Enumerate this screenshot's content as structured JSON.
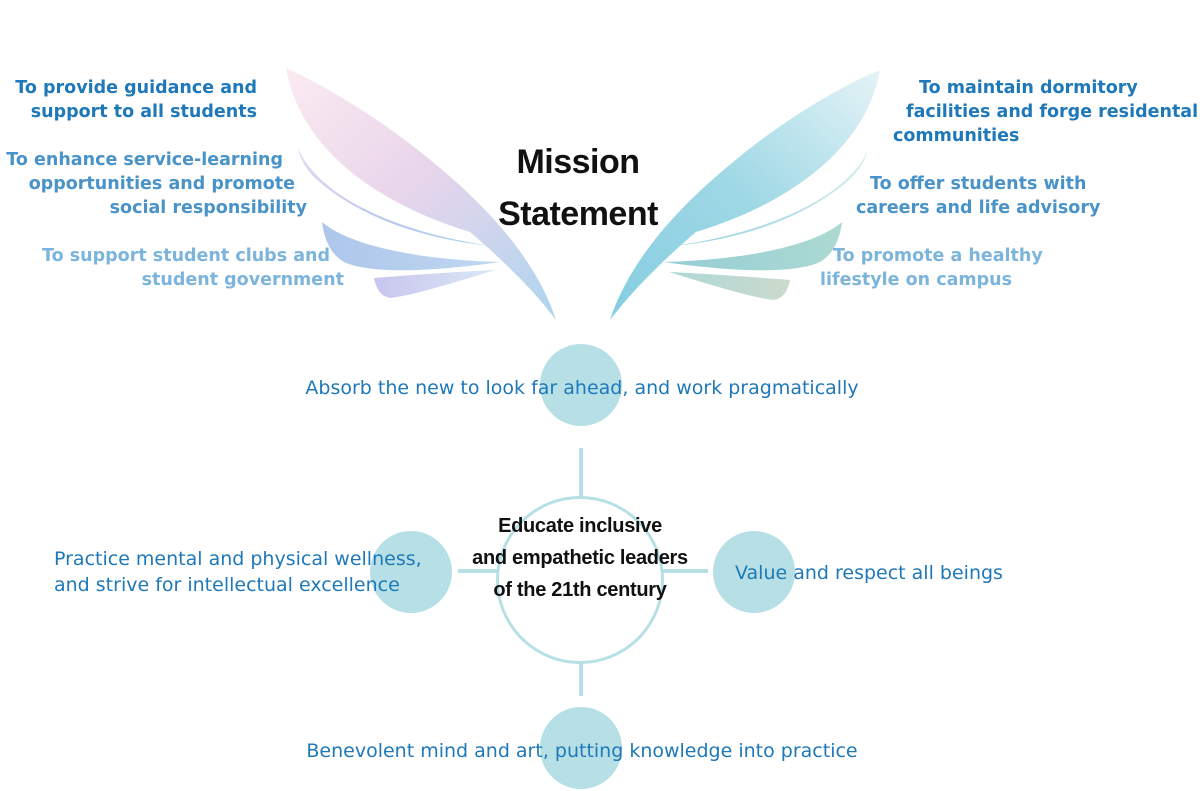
{
  "mission": {
    "title_line1": "Mission",
    "title_line2": "Statement"
  },
  "left_goals": [
    {
      "line1": "To provide guidance and",
      "line2": "support to all students"
    },
    {
      "line1": "To enhance service-learning",
      "line2": "opportunities and promote",
      "line3": "social responsibility"
    },
    {
      "line1": "To support student clubs and",
      "line2": "student government"
    }
  ],
  "right_goals": [
    {
      "line1": "To maintain dormitory",
      "line2": "facilities and forge residental",
      "line3": "communities"
    },
    {
      "line1": "To offer students with",
      "line2": "careers and life advisory"
    },
    {
      "line1": "To promote a healthy",
      "line2": "lifestyle on campus"
    }
  ],
  "core": {
    "line1": "Educate inclusive",
    "line2": "and empathetic leaders",
    "line3": "of the 21th century"
  },
  "values": {
    "top": "Absorb the new to look far ahead, and work pragmatically",
    "left_line1": "Practice mental and physical wellness,",
    "left_line2": "and strive for intellectual excellence",
    "right": "Value and respect all beings",
    "bottom": "Benevolent mind and art, putting knowledge into practice"
  },
  "colors": {
    "text_blue": "#1f78b8",
    "node_teal": "#b6e0e6",
    "ring_teal": "#b7e0e4",
    "left_wing": [
      "#f6d9e2",
      "#c9c6ee",
      "#a9c8ec",
      "#b9b8e8"
    ],
    "right_wing": [
      "#8fd3e0",
      "#b4dfe0",
      "#9cccc4",
      "#c9d9c8"
    ]
  }
}
